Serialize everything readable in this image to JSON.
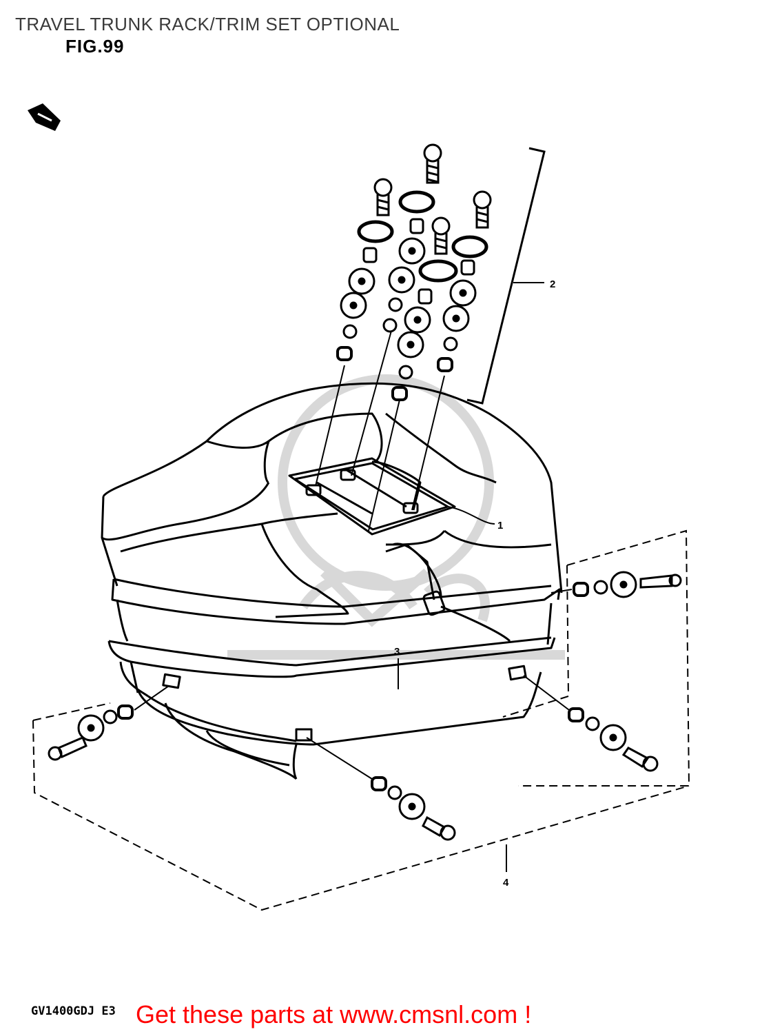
{
  "header": {
    "title": "TRAVEL TRUNK RACK/TRIM SET OPTIONAL",
    "figure_label": "FIG.99"
  },
  "callouts": [
    {
      "id": "callout-1",
      "label": "1"
    },
    {
      "id": "callout-2",
      "label": "2"
    },
    {
      "id": "callout-3",
      "label": "3"
    },
    {
      "id": "callout-4",
      "label": "4"
    }
  ],
  "footer": {
    "model_code": "GV1400GDJ  E3",
    "promo_text": "Get these parts at www.cmsnl.com !"
  },
  "colors": {
    "line": "#000000",
    "promo": "#ff0000",
    "watermark": "#d8d8d8"
  }
}
